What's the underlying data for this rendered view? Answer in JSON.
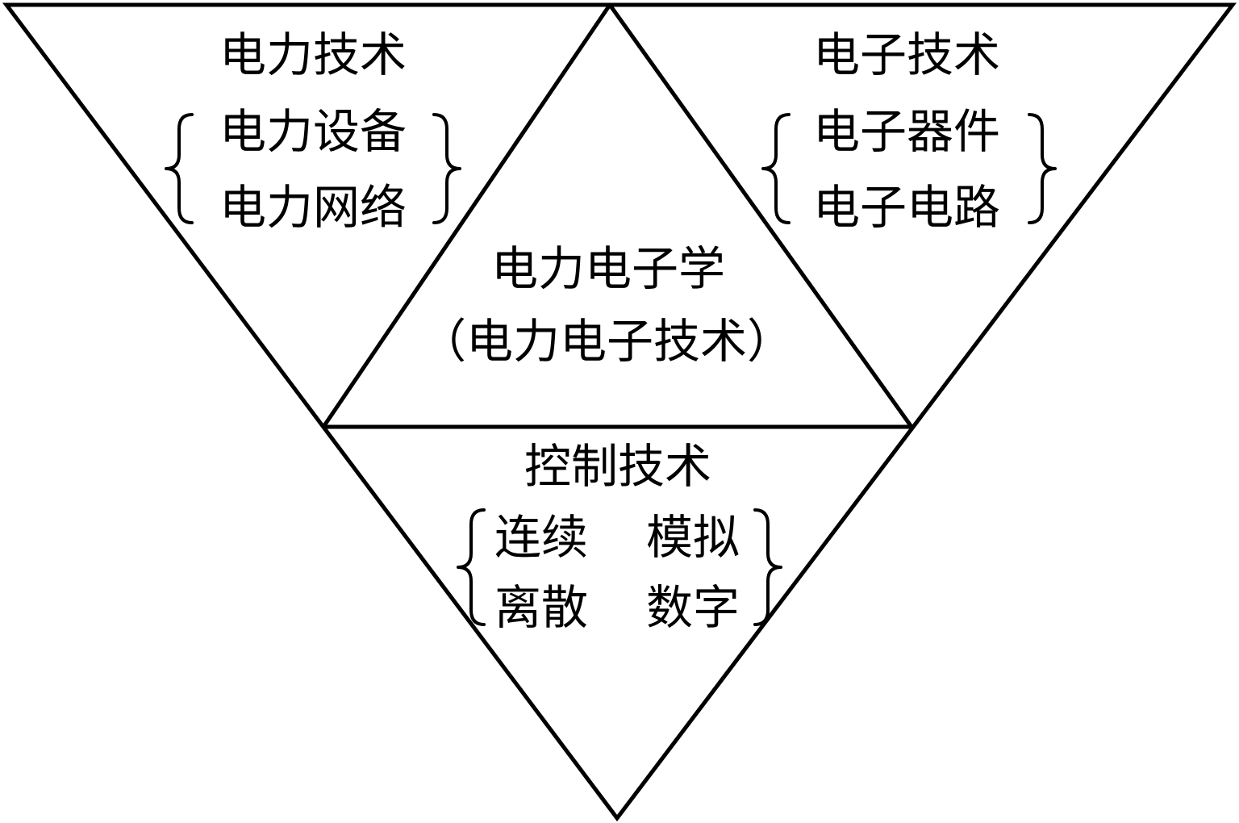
{
  "regions": {
    "left": {
      "title": "电力技术",
      "items": [
        "电力设备",
        "电力网络"
      ]
    },
    "right": {
      "title": "电子技术",
      "items": [
        "电子器件",
        "电子电路"
      ]
    },
    "center": {
      "title": "电力电子学",
      "subtitle": "（电力电子技术）"
    },
    "bottom": {
      "title": "控制技术",
      "items": [
        [
          "连续",
          "模拟"
        ],
        [
          "离散",
          "数字"
        ]
      ]
    }
  }
}
